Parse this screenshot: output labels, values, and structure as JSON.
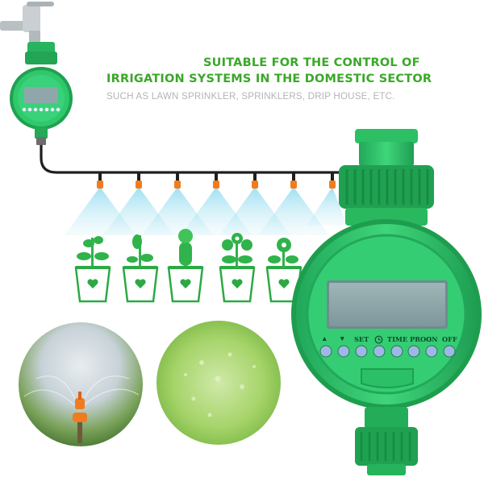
{
  "headline": {
    "line1": "SUITABLE FOR THE CONTROL OF",
    "line2": "IRRIGATION SYSTEMS IN THE DOMESTIC SECTOR",
    "subline": "SUCH AS LAWN SPRINKLER, SPRINKLERS, DRIP HOUSE, ETC."
  },
  "timer": {
    "button_labels": {
      "up": "▲",
      "down": "▼",
      "set": "SET",
      "time_prog": "TIME PROG",
      "on": "ON",
      "off": "OFF"
    },
    "icons": [
      "clock-icon"
    ]
  },
  "colors": {
    "brand_green": "#3aa828",
    "body_green": "#2fc86a",
    "lcd": "#8fa7aa",
    "nozzle_orange": "#ef7d1f",
    "button_blue": "#9fb7e6"
  }
}
